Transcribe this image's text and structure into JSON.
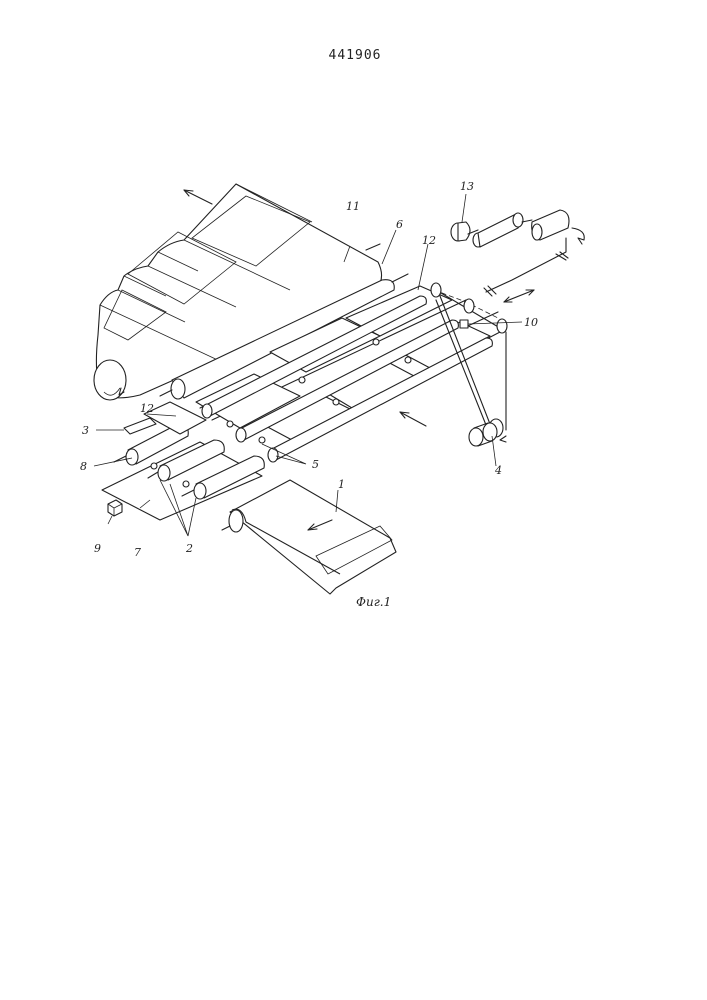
{
  "header": {
    "patent_number": "441906"
  },
  "figure": {
    "caption": "Фиг.1",
    "labels": {
      "l1": "1",
      "l2": "2",
      "l3": "3",
      "l4": "4",
      "l5": "5",
      "l6": "6",
      "l7": "7",
      "l8": "8",
      "l9": "9",
      "l10": "10",
      "l11": "11",
      "l12a": "12",
      "l12b": "12",
      "l13": "13"
    }
  }
}
